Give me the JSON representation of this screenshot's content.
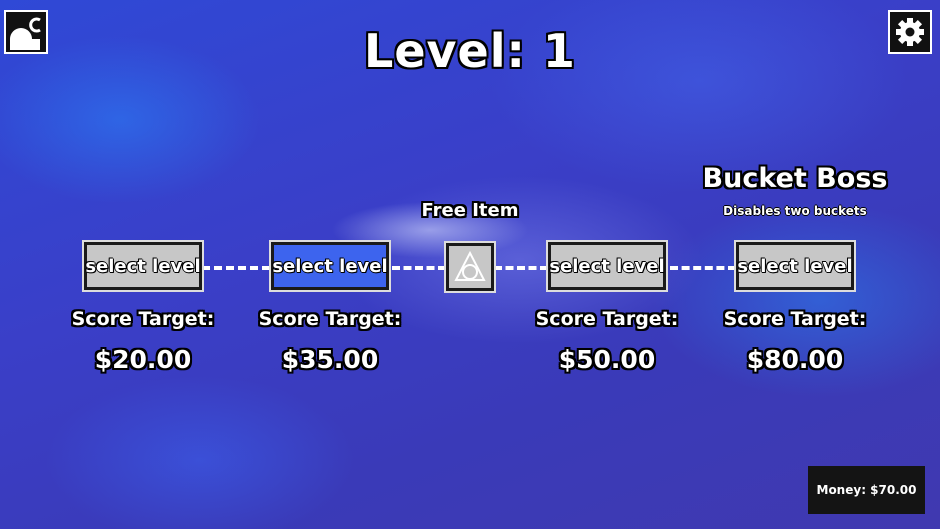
{
  "header": {
    "title": "Level: 1",
    "theme_icon": "moon-sun-icon",
    "settings_icon": "gear-icon"
  },
  "colors": {
    "background": "#3a41c8",
    "button_default": "#c7c7c7",
    "button_selected": "#3d64ee",
    "text": "#ffffff",
    "outline": "#000000"
  },
  "levels": [
    {
      "button_label": "select level",
      "score_label": "Score Target:",
      "score_value": "$20.00",
      "selected": false
    },
    {
      "button_label": "select level",
      "score_label": "Score Target:",
      "score_value": "$35.00",
      "selected": true
    },
    {
      "button_label": "select level",
      "score_label": "Score Target:",
      "score_value": "$50.00",
      "selected": false
    },
    {
      "button_label": "select level",
      "score_label": "Score Target:",
      "score_value": "$80.00",
      "selected": false
    }
  ],
  "free_item": {
    "label": "Free Item",
    "icon": "triangle-circle-icon"
  },
  "boss": {
    "title": "Bucket Boss",
    "description": "Disables two buckets"
  },
  "money": {
    "label": "Money: $70.00"
  }
}
